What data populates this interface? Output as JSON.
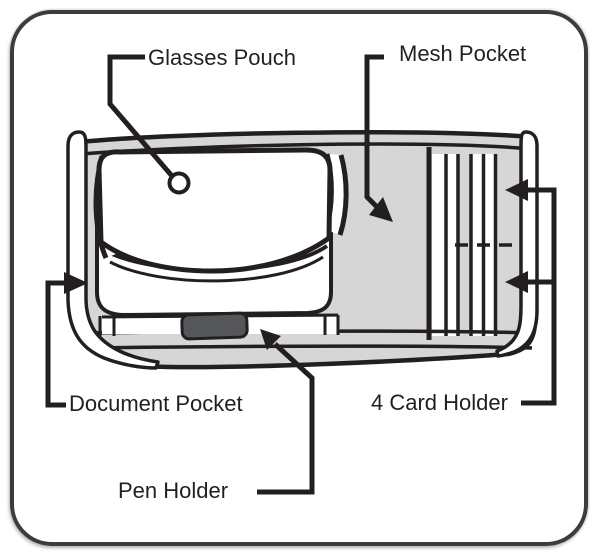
{
  "diagram": {
    "subject": "travel-organizer-interior",
    "labels": {
      "glasses_pouch": "Glasses Pouch",
      "mesh_pocket": "Mesh Pocket",
      "document_pocket": "Document Pocket",
      "card_holder": "4 Card Holder",
      "pen_holder": "Pen Holder"
    },
    "colors": {
      "body_fill": "#d6d6d6",
      "line": "#231f20",
      "pen_fill": "#55565a",
      "white": "#ffffff",
      "frame_border": "#3d3b3c",
      "background": "#ffffff"
    }
  }
}
